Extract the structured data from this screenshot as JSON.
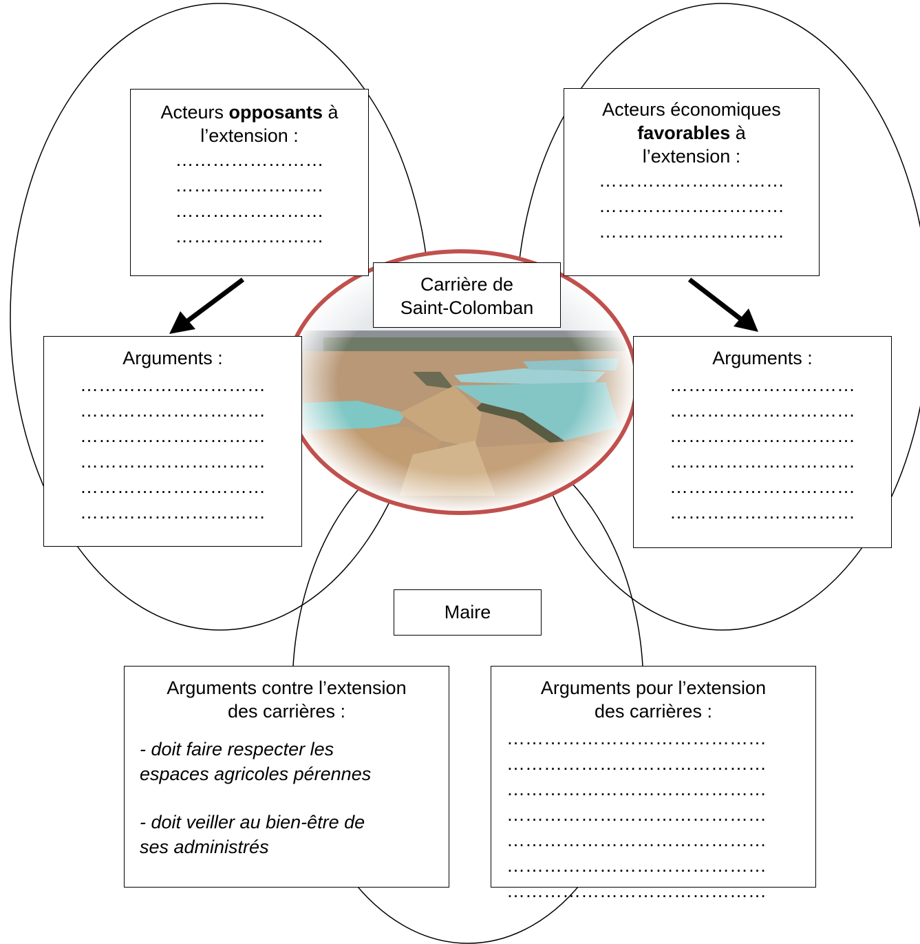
{
  "opponents": {
    "title_pre": "Acteurs ",
    "title_bold": "opposants",
    "title_post": " à",
    "title_line2": "l’extension :",
    "dots": [
      "……………………",
      "……………………",
      "……………………",
      "……………………"
    ]
  },
  "favorables": {
    "title_line1": "Acteurs économiques",
    "title_bold": "favorables",
    "title_post": " à",
    "title_line3": "l’extension :",
    "dots": [
      "…………………………",
      "…………………………",
      "…………………………"
    ]
  },
  "quarry": {
    "label_line1": "Carrière de",
    "label_line2": "Saint-Colomban"
  },
  "left_arguments": {
    "title": "Arguments :",
    "dots": [
      "…………………………",
      "…………………………",
      "…………………………",
      "…………………………",
      "…………………………",
      "…………………………"
    ]
  },
  "right_arguments": {
    "title": "Arguments :",
    "dots": [
      "…………………………",
      "…………………………",
      "…………………………",
      "…………………………",
      "…………………………",
      "…………………………"
    ]
  },
  "mayor": {
    "label": "Maire"
  },
  "against": {
    "title_line1": "Arguments contre l’extension",
    "title_line2": "des carrières :",
    "items": [
      [
        "- doit faire respecter les",
        "espaces agricoles pérennes"
      ],
      [
        "- doit veiller au bien-être de",
        "ses administrés"
      ]
    ]
  },
  "for": {
    "title_line1": "Arguments pour l’extension",
    "title_line2": "des carrières :",
    "dots": [
      "……………………………………",
      "……………………………………",
      "……………………………………",
      "……………………………………",
      "……………………………………",
      "……………………………………",
      "……………………………………"
    ]
  },
  "colors": {
    "quarry_ring": "#c0504d",
    "water": "#7fc7c4",
    "sand": "#c9a77c",
    "sky": "#e6e9ec"
  }
}
